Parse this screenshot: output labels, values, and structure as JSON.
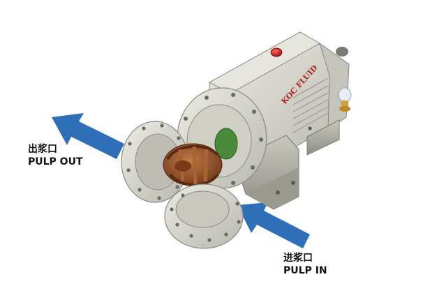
{
  "labels": {
    "outlet_cn": "出浆口",
    "outlet_en": "PULP OUT",
    "inlet_cn": "进浆口",
    "inlet_en": "PULP IN"
  },
  "brand_text": "KOC FLUID",
  "colors": {
    "arrow": "#2f6fb8",
    "body": "#dadad0",
    "impeller": "#8a4a24",
    "seal": "#4a8a3a",
    "indicator": "#c42020"
  }
}
